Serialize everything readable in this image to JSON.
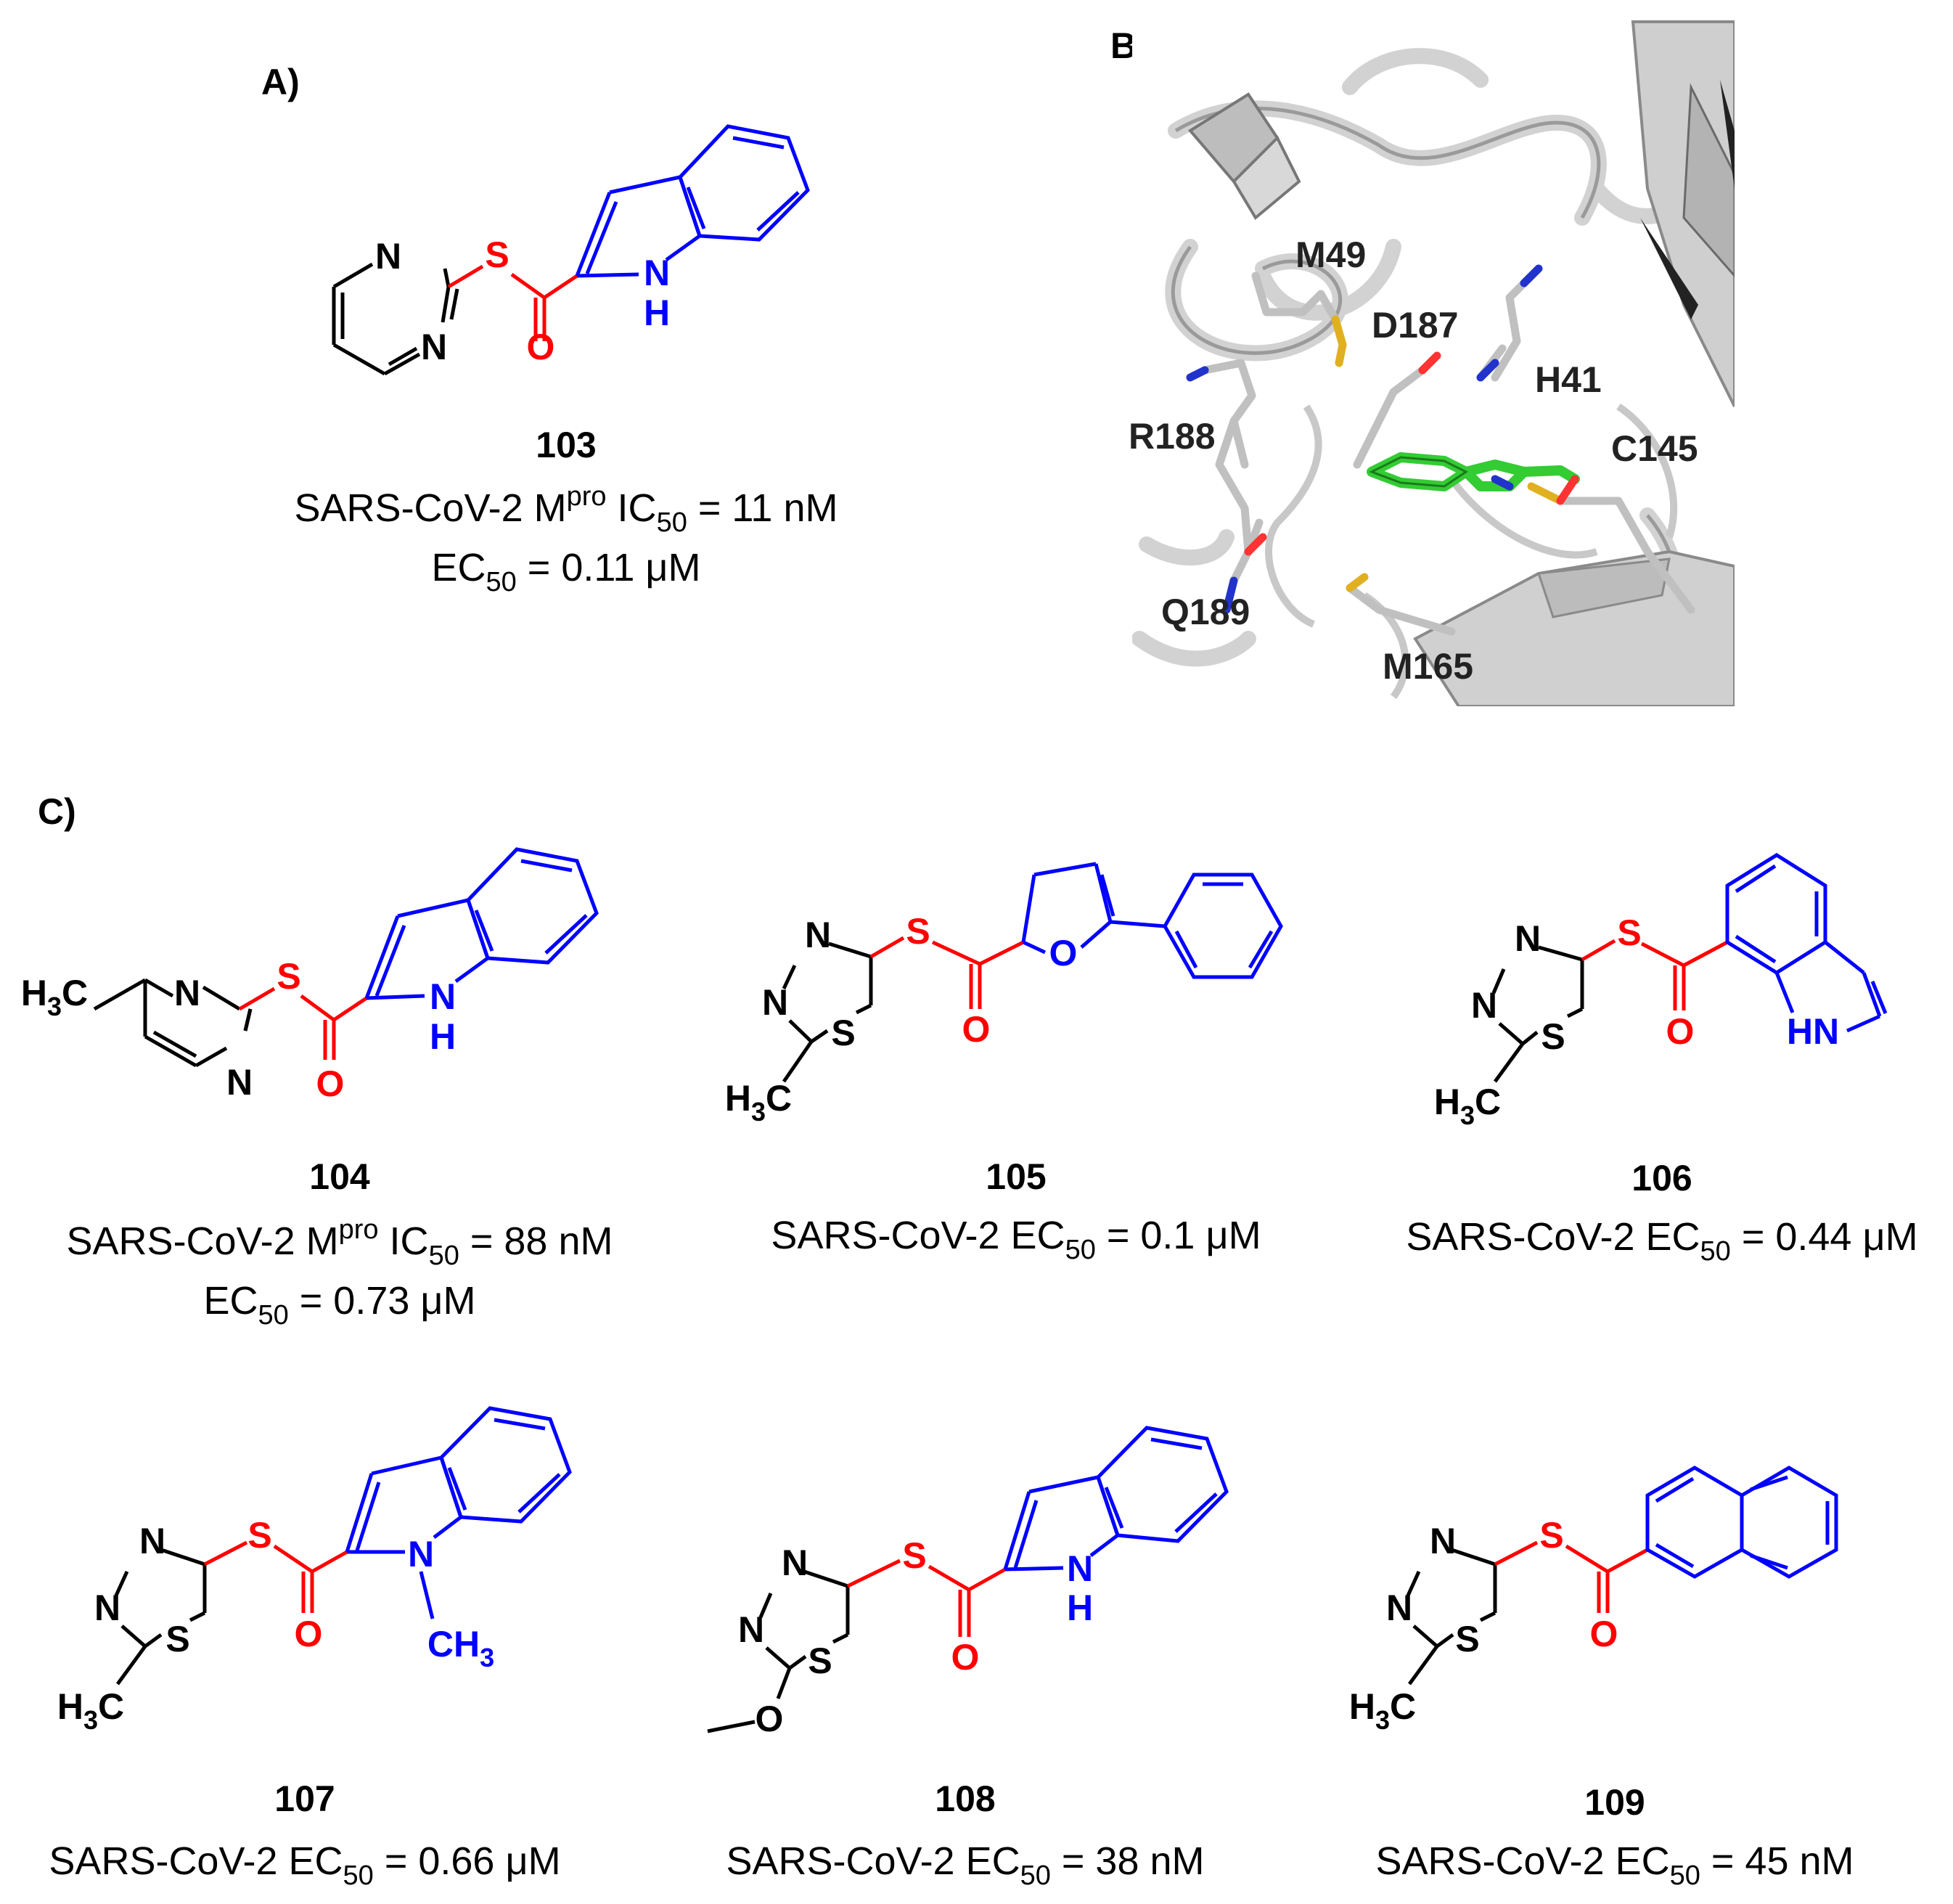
{
  "panels": {
    "a": "A)",
    "b": "B)",
    "c": "C)"
  },
  "colors": {
    "bond_black": "#000000",
    "warhead_red": "#ff0000",
    "aryl_blue": "#0000ff",
    "ligand_green": "#33cc33",
    "protein_gray": "#c8c8c8",
    "sulfur_yellow": "#e0b020",
    "nitrogen_blue": "#2233cc"
  },
  "atoms": {
    "N": "N",
    "S": "S",
    "O": "O",
    "H": "H",
    "NH": "NH",
    "HN": "HN",
    "H3C_H": "H",
    "H3C_3": "3",
    "H3C_C": "C",
    "CH3_CH": "CH",
    "CH3_3": "3"
  },
  "compounds": {
    "c103": {
      "number": "103",
      "line1": {
        "pre": "SARS-CoV-2 M",
        "sup": "pro",
        "mid": " IC",
        "sub": "50",
        "post": " = 11 nM"
      },
      "line2": {
        "pre": "EC",
        "sub": "50",
        "post": " = 0.11 μM"
      }
    },
    "c104": {
      "number": "104",
      "line1": {
        "pre": "SARS-CoV-2 M",
        "sup": "pro",
        "mid": " IC",
        "sub": "50",
        "post": " = 88 nM"
      },
      "line2": {
        "pre": "EC",
        "sub": "50",
        "post": " = 0.73 μM"
      }
    },
    "c105": {
      "number": "105",
      "line1": {
        "pre": "SARS-CoV-2 EC",
        "sub": "50",
        "post": " = 0.1 μM"
      }
    },
    "c106": {
      "number": "106",
      "line1": {
        "pre": "SARS-CoV-2 EC",
        "sub": "50",
        "post": " = 0.44 μM"
      }
    },
    "c107": {
      "number": "107",
      "line1": {
        "pre": "SARS-CoV-2 EC",
        "sub": "50",
        "post": " = 0.66 μM"
      }
    },
    "c108": {
      "number": "108",
      "line1": {
        "pre": "SARS-CoV-2 EC",
        "sub": "50",
        "post": " = 38 nM"
      }
    },
    "c109": {
      "number": "109",
      "line1": {
        "pre": "SARS-CoV-2 EC",
        "sub": "50",
        "post": " = 45 nM"
      }
    }
  },
  "residues": {
    "m49": "M49",
    "d187": "D187",
    "h41": "H41",
    "r188": "R188",
    "c145": "C145",
    "q189": "Q189",
    "m165": "M165"
  }
}
